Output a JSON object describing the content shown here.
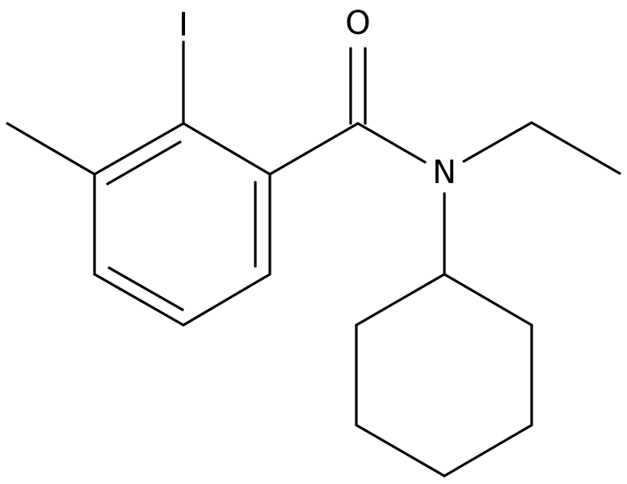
{
  "structure": {
    "atoms": {
      "iodine": "I",
      "oxygen": "O",
      "nitrogen": "N"
    },
    "colors": {
      "bond": "#000000",
      "background": "#ffffff"
    }
  }
}
